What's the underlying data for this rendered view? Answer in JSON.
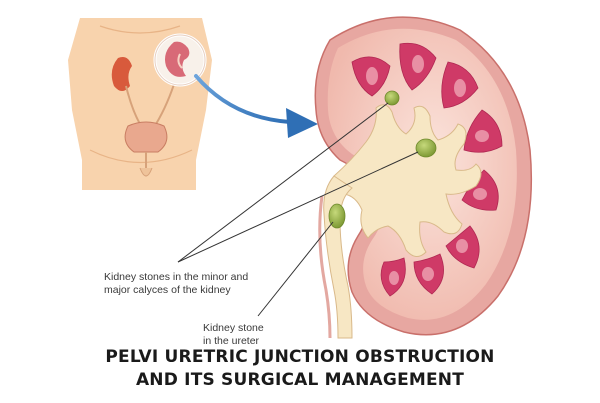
{
  "labels": {
    "calyces_stones": "Kidney stones in the minor and\nmajor calyces of the kidney",
    "ureter_stone": "Kidney stone\nin the ureter"
  },
  "title": {
    "line1": "PELVI URETRIC JUNCTION OBSTRUCTION",
    "line2": "AND ITS SURGICAL MANAGEMENT"
  },
  "colors": {
    "kidney_outer": "#e7a7a1",
    "kidney_cortex": "#f5cfc6",
    "kidney_pyramid": "#cf3a67",
    "renal_pelvis": "#f7e7c4",
    "stone": "#9bb14e",
    "body_skin": "#f8d3ad",
    "arrow": "#2f6fb5"
  }
}
